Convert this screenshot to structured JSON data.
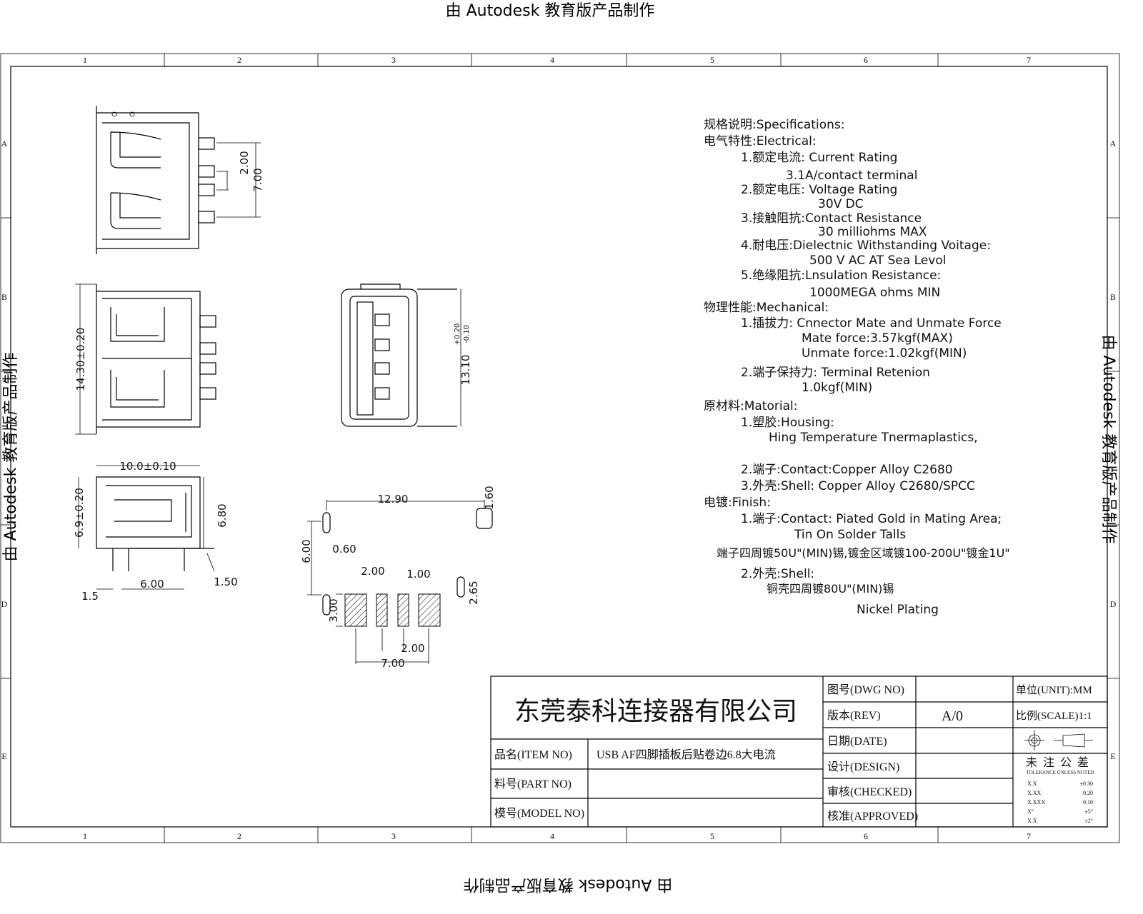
{
  "watermark": "由 Autodesk 教育版产品制作",
  "frame": {
    "columns": [
      "1",
      "2",
      "3",
      "4",
      "5",
      "6",
      "7"
    ],
    "rows": [
      "A",
      "B",
      "D",
      "E"
    ]
  },
  "specs": {
    "lines": [
      "规格说明:Specifications:",
      "电气特性:Electrical:",
      "1.额定电流: Current  Rating",
      "3.1A/contact  terminal",
      "2.额定电压: Voltage  Rating",
      "30V  DC",
      "3.接触阻抗:Contact  Resistance",
      "30  milliohms  MAX",
      "4.耐电压:Dielectnic  Withstanding  Voitage:",
      "500  V  AC  AT  Sea  Levol",
      "5.绝缘阻抗:Lnsulation  Resistance:",
      "1000MEGA  ohms  MIN",
      "物理性能:Mechanical:",
      "1.插拔力: Cnnector  Mate  and  Unmate  Force",
      "Mate  force:3.57kgf(MAX)",
      "Unmate  force:1.02kgf(MIN)",
      "2.端子保持力: Terminal  Retenion",
      "1.0kgf(MIN)",
      "原材料:Matorial:",
      "1.塑胶:Housing:",
      "Hing  Temperature   Tnermaplastics,",
      "2.端子:Contact:Copper  Alloy  C2680",
      "3.外壳:Shell:  Copper  Alloy  C2680/SPCC",
      "电镀:Finish:",
      "1.端子:Contact:  Piated  Gold  in  Mating  Area;",
      "Tin  On  Solder  Talls",
      "端子四周镀50U\"(MIN)锡,镀金区域镀100-200U\"镀金1U\"",
      "2.外壳:Shell:",
      "铜壳四周镀80U\"(MIN)锡",
      "Nickel  Plating"
    ]
  },
  "drawing": {
    "dims": [
      "2.00",
      "7.00",
      "14.30±0.20",
      "13.10",
      "+0.20",
      "-0.10",
      "10.0±0.10",
      "6.9±0.20",
      "6.80",
      "6.00",
      "1.5",
      "1.50",
      "12.90",
      "1.60",
      "6.00",
      "0.60",
      "2.00",
      "1.00",
      "2.65",
      "3.00",
      "2.00",
      "7.00"
    ]
  },
  "title_block": {
    "company": "东莞泰科连接器有限公司",
    "item_label": "品名(ITEM NO)",
    "item_value": "USB AF四脚插板后贴卷边6.8大电流",
    "part_label": "料号(PART NO)",
    "part_value": "",
    "model_label": "模号(MODEL NO)",
    "model_value": "",
    "dwg_label": "图号(DWG NO)",
    "rev_label": "版本(REV)",
    "rev_value": "A/0",
    "date_label": "日期(DATE)",
    "design_label": "设计(DESIGN)",
    "checked_label": "审核(CHECKED)",
    "approved_label": "核准(APPROVED)",
    "unit": "单位(UNIT):MM",
    "scale": "比例(SCALE)1:1",
    "tolerance_title": "未注公差",
    "tolerance_sub": "TOLERANCE UNLESS NOTED",
    "tolerances": [
      {
        "k": "X.X",
        "v": "±0.30"
      },
      {
        "k": "X.XX",
        "v": "0.20"
      },
      {
        "k": "X.XXX",
        "v": "0.10"
      },
      {
        "k": "X°",
        "v": "±5°"
      },
      {
        "k": "X.X",
        "v": "±2°"
      }
    ]
  }
}
